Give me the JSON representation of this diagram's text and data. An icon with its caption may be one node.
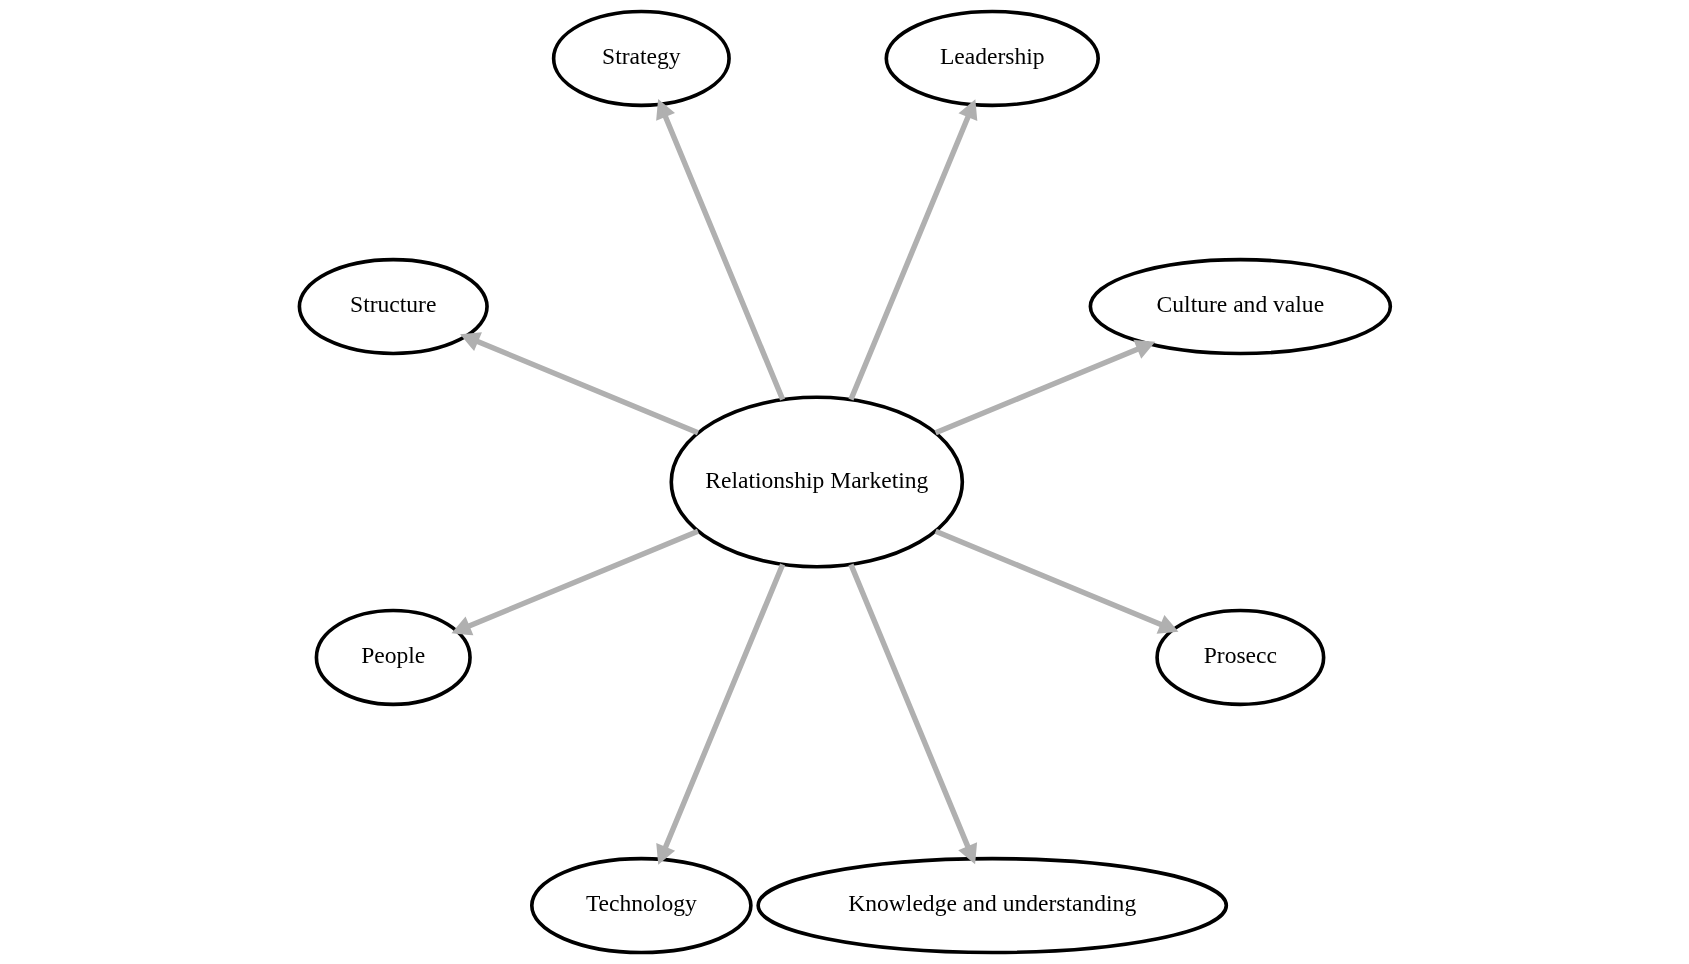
{
  "diagram": {
    "nodes": [
      {
        "text": [
          "Relationship Marketing"
        ]
      },
      {
        "text": [
          "Culture and value"
        ]
      },
      {
        "text": [
          "Leadership"
        ]
      },
      {
        "text": [
          "Strategy"
        ]
      },
      {
        "text": [
          "Structure"
        ]
      },
      {
        "text": [
          "People"
        ]
      },
      {
        "text": [
          "Technology"
        ]
      },
      {
        "text": [
          "Knowledge and understanding"
        ]
      },
      {
        "text": [
          "Prosecc"
        ]
      }
    ],
    "edges": [
      {
        "from": 0,
        "to": 1,
        "arrow": "to"
      },
      {
        "from": 0,
        "to": 2,
        "arrow": "to"
      },
      {
        "from": 0,
        "to": 3,
        "arrow": "to"
      },
      {
        "from": 0,
        "to": 4,
        "arrow": "to"
      },
      {
        "from": 0,
        "to": 5,
        "arrow": "to"
      },
      {
        "from": 0,
        "to": 6,
        "arrow": "to"
      },
      {
        "from": 0,
        "to": 7,
        "arrow": "to"
      },
      {
        "from": 0,
        "to": 8,
        "arrow": "to"
      }
    ]
  }
}
